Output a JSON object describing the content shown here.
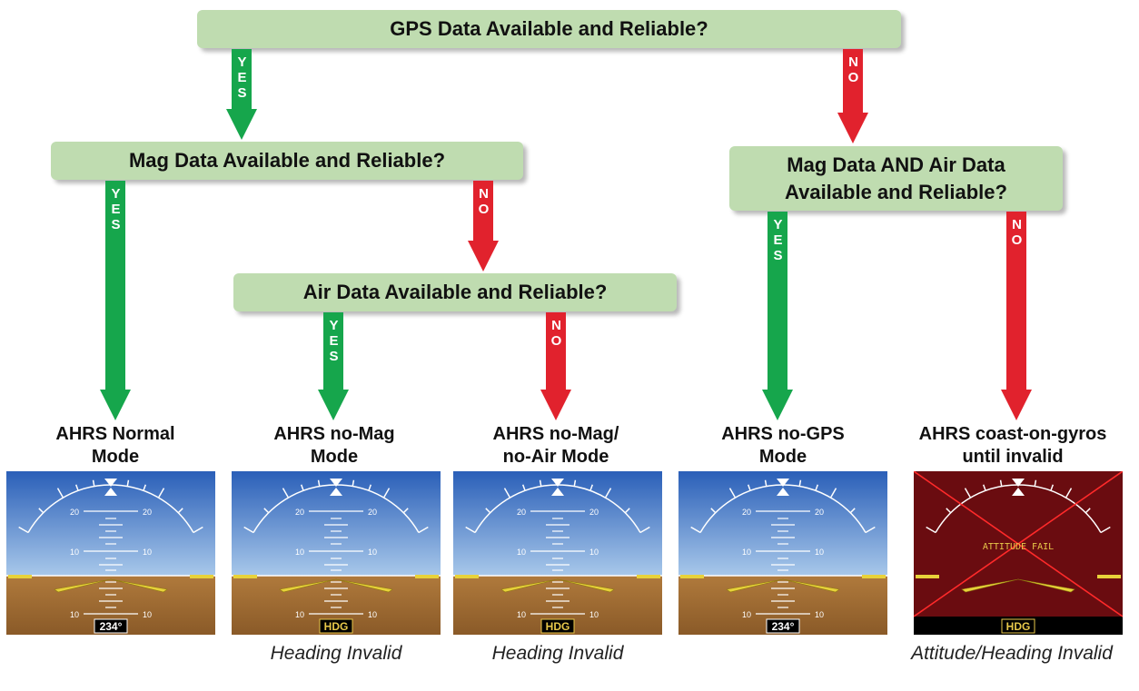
{
  "decisions": {
    "gps": "GPS Data Available and Reliable?",
    "mag": "Mag Data Available and Reliable?",
    "air": "Air Data Available and Reliable?",
    "magair_line1": "Mag Data AND Air Data",
    "magair_line2": "Available and Reliable?"
  },
  "arrow_labels": {
    "yes": "YES",
    "no": "NO"
  },
  "modes": {
    "normal": {
      "line1": "AHRS Normal",
      "line2": "Mode"
    },
    "nomag": {
      "line1": "AHRS no-Mag",
      "line2": "Mode"
    },
    "nomagair": {
      "line1": "AHRS no-Mag/",
      "line2": "no-Air Mode"
    },
    "nogps": {
      "line1": "AHRS no-GPS",
      "line2": "Mode"
    },
    "coast": {
      "line1": "AHRS coast-on-gyros",
      "line2": "until invalid"
    }
  },
  "captions": {
    "nomag": "Heading Invalid",
    "nomagair": "Heading Invalid",
    "coast": "Attitude/Heading Invalid"
  },
  "pitch_labels": {
    "twenty": "20",
    "ten": "10"
  },
  "heading_values": {
    "normal": "234°",
    "nomag": "HDG",
    "nomagair": "HDG",
    "nogps": "234°",
    "coast": "HDG"
  },
  "attitude_fail_text": "ATTITUDE FAIL",
  "colors": {
    "yes_arrow": "#16a64c",
    "no_arrow": "#e1222d",
    "box_fill": "#bfdcb0",
    "sky": "#2f6cc4",
    "ground": "#9a6630",
    "fail_bg": "#6a0c10"
  }
}
